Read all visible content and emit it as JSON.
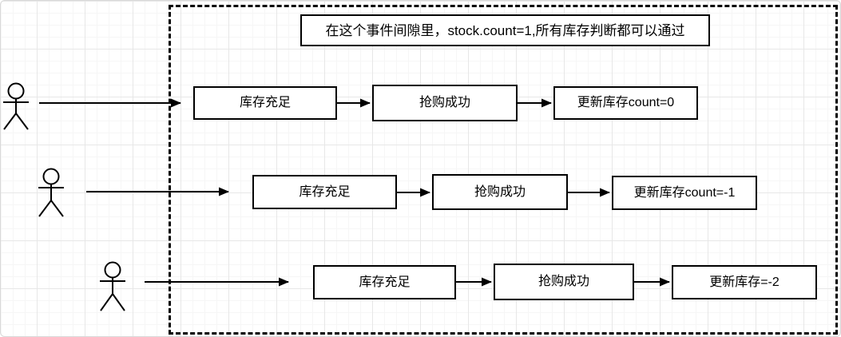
{
  "canvas": {
    "stroke_color": "#000000",
    "background": "#ffffff",
    "grid_minor_color": "#f6f6f6",
    "grid_major_color": "#e7e7e7"
  },
  "note": {
    "text": "在这个事件间隙里，stock.count=1,所有库存判断都可以通过"
  },
  "rows": [
    {
      "actor_icon": "stick-figure-actor-icon",
      "steps": [
        "库存充足",
        "抢购成功",
        "更新库存count=0"
      ]
    },
    {
      "actor_icon": "stick-figure-actor-icon",
      "steps": [
        "库存充足",
        "抢购成功",
        "更新库存count=-1"
      ]
    },
    {
      "actor_icon": "stick-figure-actor-icon",
      "steps": [
        "库存充足",
        "抢购成功",
        "更新库存=-2"
      ]
    }
  ]
}
